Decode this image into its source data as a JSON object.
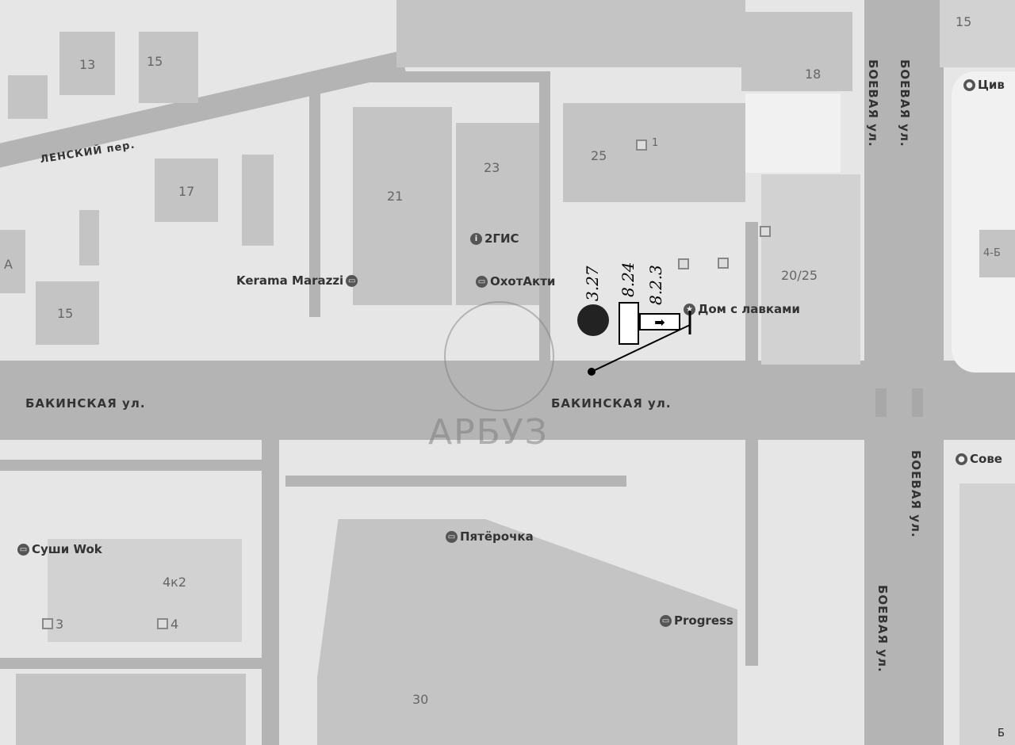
{
  "streets": {
    "bakinskaya_left": "БАКИНСКАЯ ул.",
    "bakinskaya_center": "БАКИНСКАЯ ул.",
    "boevaya_top": "БОЕВАЯ ул.",
    "boevaya_top2": "БОЕВАЯ ул.",
    "boevaya_mid": "БОЕВАЯ ул.",
    "boevaya_bottom": "БОЕВАЯ ул.",
    "lensky": "ЛЕНСКИЙ пер."
  },
  "house_numbers": [
    "13",
    "15",
    "17",
    "21",
    "23",
    "25",
    "18",
    "15",
    "20/25",
    "15",
    "4к2",
    "3",
    "4",
    "30",
    "А",
    "4-Б",
    "1",
    "Б"
  ],
  "pois": [
    {
      "label": "Kerama Marazzi"
    },
    {
      "label": "2ГИС"
    },
    {
      "label": "ОхотАкти"
    },
    {
      "label": "Дом с лавками"
    },
    {
      "label": "Суши Wok"
    },
    {
      "label": "Пятёрочка"
    },
    {
      "label": "Progress"
    },
    {
      "label": "Цив"
    },
    {
      "label": "Сове"
    }
  ],
  "annotations": {
    "sign1": "3.27",
    "sign2": "8.24",
    "sign3": "8.2.3"
  },
  "watermark": "АРБУЗ"
}
